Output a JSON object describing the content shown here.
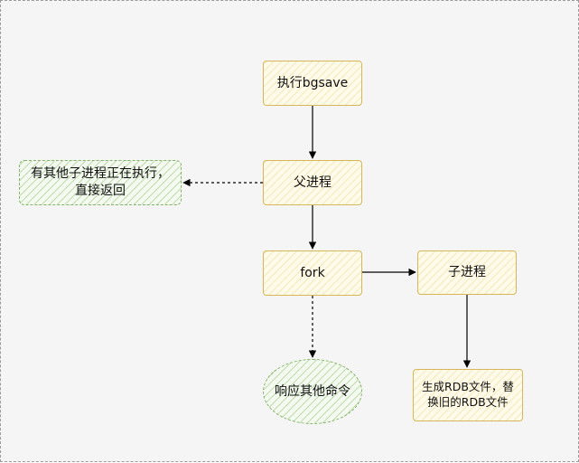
{
  "nodes": {
    "bgsave": "执行bgsave",
    "parent": "父进程",
    "existing": "有其他子进程正在执行，\n直接返回",
    "fork": "fork",
    "child": "子进程",
    "respond": "响应其他命令",
    "rdb": "生成RDB文件，替\n换旧的RDB文件"
  },
  "colors": {
    "process_border": "#d6b656",
    "process_fill": "#fffbe8",
    "branch_border": "#82b366",
    "branch_fill": "#f4faef",
    "edge": "#000000"
  }
}
